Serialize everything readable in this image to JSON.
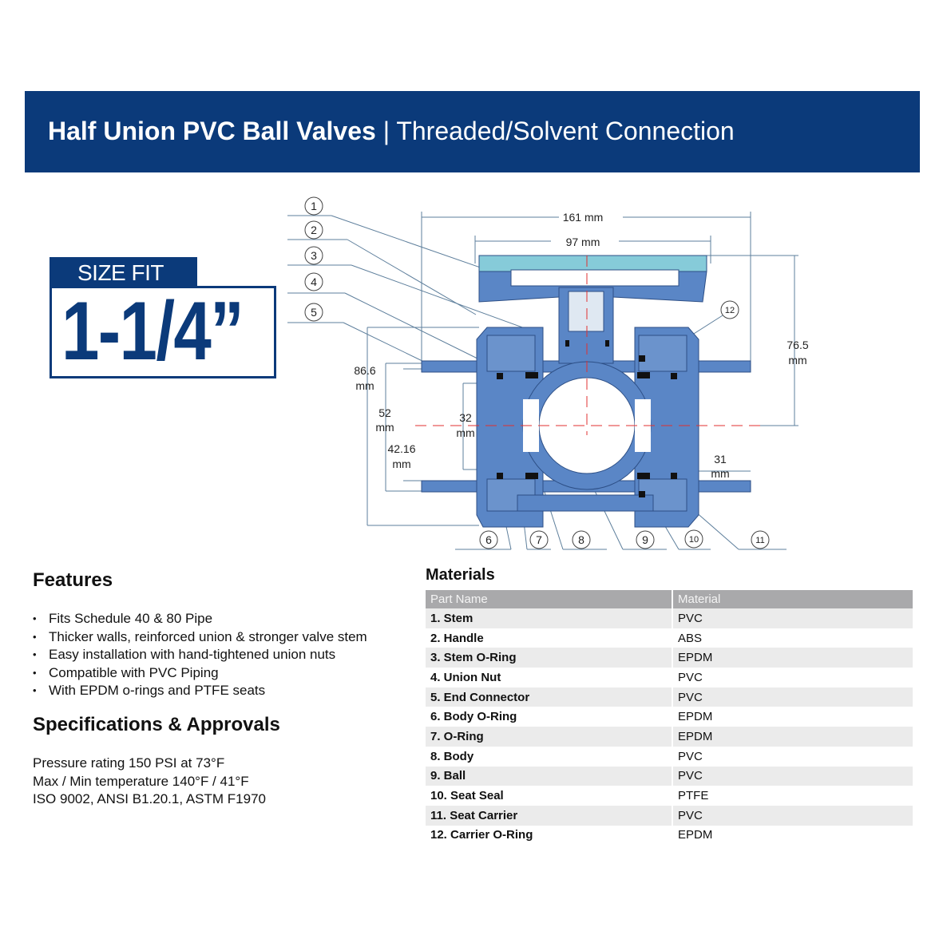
{
  "header": {
    "title_bold": "Half Union PVC Ball Valves",
    "separator": " | ",
    "title_rest": "Threaded/Solvent Connection"
  },
  "size_fit": {
    "label": "SIZE FIT",
    "value": "1-1/4”"
  },
  "diagram": {
    "callouts": [
      "1",
      "2",
      "3",
      "4",
      "5",
      "6",
      "7",
      "8",
      "9",
      "10",
      "11",
      "12"
    ],
    "dims": {
      "overall_length": "161 mm",
      "handle_width": "97 mm",
      "height": "76.5",
      "height_unit": "mm",
      "body_height": "86.6",
      "body_height_unit": "mm",
      "d52": "52",
      "d52_unit": "mm",
      "bore": "32",
      "bore_unit": "mm",
      "d4216": "42.16",
      "d4216_unit": "mm",
      "socket": "31",
      "socket_unit": "mm"
    },
    "colors": {
      "body": "#5a86c6",
      "handle_top": "#86cbd9",
      "seal": "#111111",
      "centerline": "#e03030"
    }
  },
  "features": {
    "title": "Features",
    "items": [
      "Fits Schedule 40 & 80 Pipe",
      "Thicker walls, reinforced union & stronger valve stem",
      "Easy installation with hand-tightened union nuts",
      "Compatible with PVC Piping",
      "With EPDM o-rings and PTFE seats"
    ]
  },
  "specs": {
    "title": "Specifications & Approvals",
    "items": [
      "Pressure rating 150 PSI at 73°F",
      "Max / Min temperature 140°F / 41°F",
      "ISO 9002, ANSI B1.20.1, ASTM F1970"
    ]
  },
  "materials": {
    "title": "Materials",
    "headers": [
      "Part Name",
      "Material"
    ],
    "rows": [
      [
        "1. Stem",
        "PVC"
      ],
      [
        "2. Handle",
        "ABS"
      ],
      [
        "3. Stem O-Ring",
        "EPDM"
      ],
      [
        "4. Union Nut",
        "PVC"
      ],
      [
        "5. End Connector",
        "PVC"
      ],
      [
        "6. Body O-Ring",
        "EPDM"
      ],
      [
        "7. O-Ring",
        "EPDM"
      ],
      [
        "8. Body",
        "PVC"
      ],
      [
        "9. Ball",
        "PVC"
      ],
      [
        "10. Seat Seal",
        "PTFE"
      ],
      [
        "11. Seat Carrier",
        "PVC"
      ],
      [
        "12. Carrier O-Ring",
        "EPDM"
      ]
    ]
  }
}
